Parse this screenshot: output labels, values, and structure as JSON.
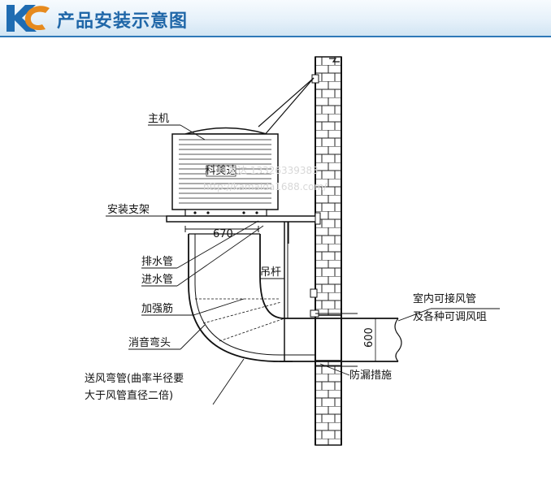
{
  "header": {
    "title": "产品安装示意图",
    "logo_icon": "kc-logo-icon",
    "colors": {
      "title": "#2067a8",
      "border": "#2f79b8",
      "logo_blue": "#1f6cb2",
      "logo_orange": "#e68a1e"
    }
  },
  "diagram": {
    "labels": {
      "main_unit": "主机",
      "bracket": "安装支架",
      "dimension": "670",
      "drain_pipe": "排水管",
      "inlet_pipe": "进水管",
      "hanger_rod": "吊杆",
      "stiffener": "加强筋",
      "silencer_elbow": "消音弯头",
      "supply_elbow_line1": "送风弯管(曲率半径要",
      "supply_elbow_line2": "大于风管直径二倍)",
      "leak_proof": "防漏措施",
      "indoor_line1": "室内可接风管",
      "indoor_line2": "及各种可调风咀",
      "duct_size": "600",
      "unit_badge": "科美达"
    },
    "watermark": {
      "line1": "科美达 13326339383",
      "line2": "http://kamaida1688.com/"
    }
  }
}
